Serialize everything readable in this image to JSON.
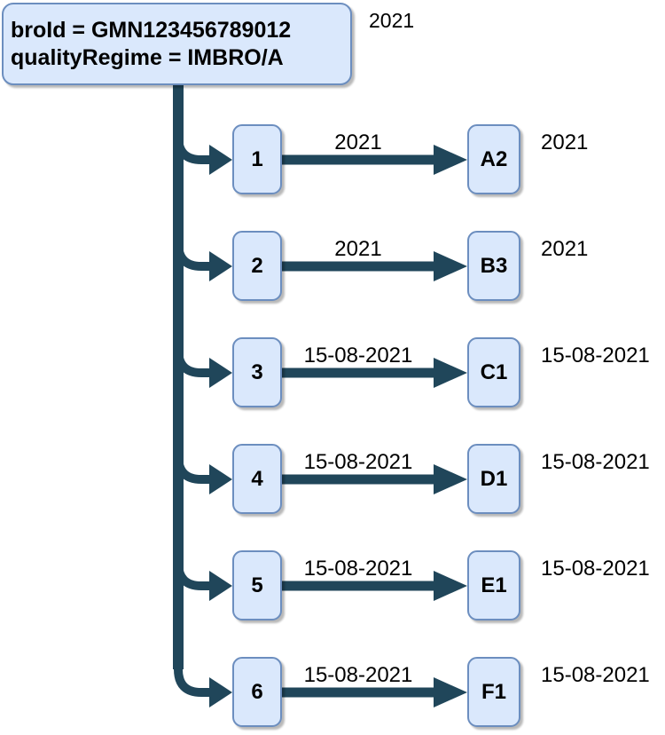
{
  "diagram": {
    "root": {
      "line1": "broId = GMN123456789012",
      "line2": "qualityRegime = IMBRO/A",
      "year_label": "2021"
    },
    "rows": [
      {
        "source": "1",
        "edge_label": "2021",
        "target": "A2",
        "target_label": "2021"
      },
      {
        "source": "2",
        "edge_label": "2021",
        "target": "B3",
        "target_label": "2021"
      },
      {
        "source": "3",
        "edge_label": "15-08-2021",
        "target": "C1",
        "target_label": "15-08-2021"
      },
      {
        "source": "4",
        "edge_label": "15-08-2021",
        "target": "D1",
        "target_label": "15-08-2021"
      },
      {
        "source": "5",
        "edge_label": "15-08-2021",
        "target": "E1",
        "target_label": "15-08-2021"
      },
      {
        "source": "6",
        "edge_label": "15-08-2021",
        "target": "F1",
        "target_label": "15-08-2021"
      }
    ],
    "colors": {
      "node_fill": "#dae8fc",
      "node_border": "#6c8ebf",
      "connector": "#20465a",
      "label_color": "#000000"
    }
  }
}
